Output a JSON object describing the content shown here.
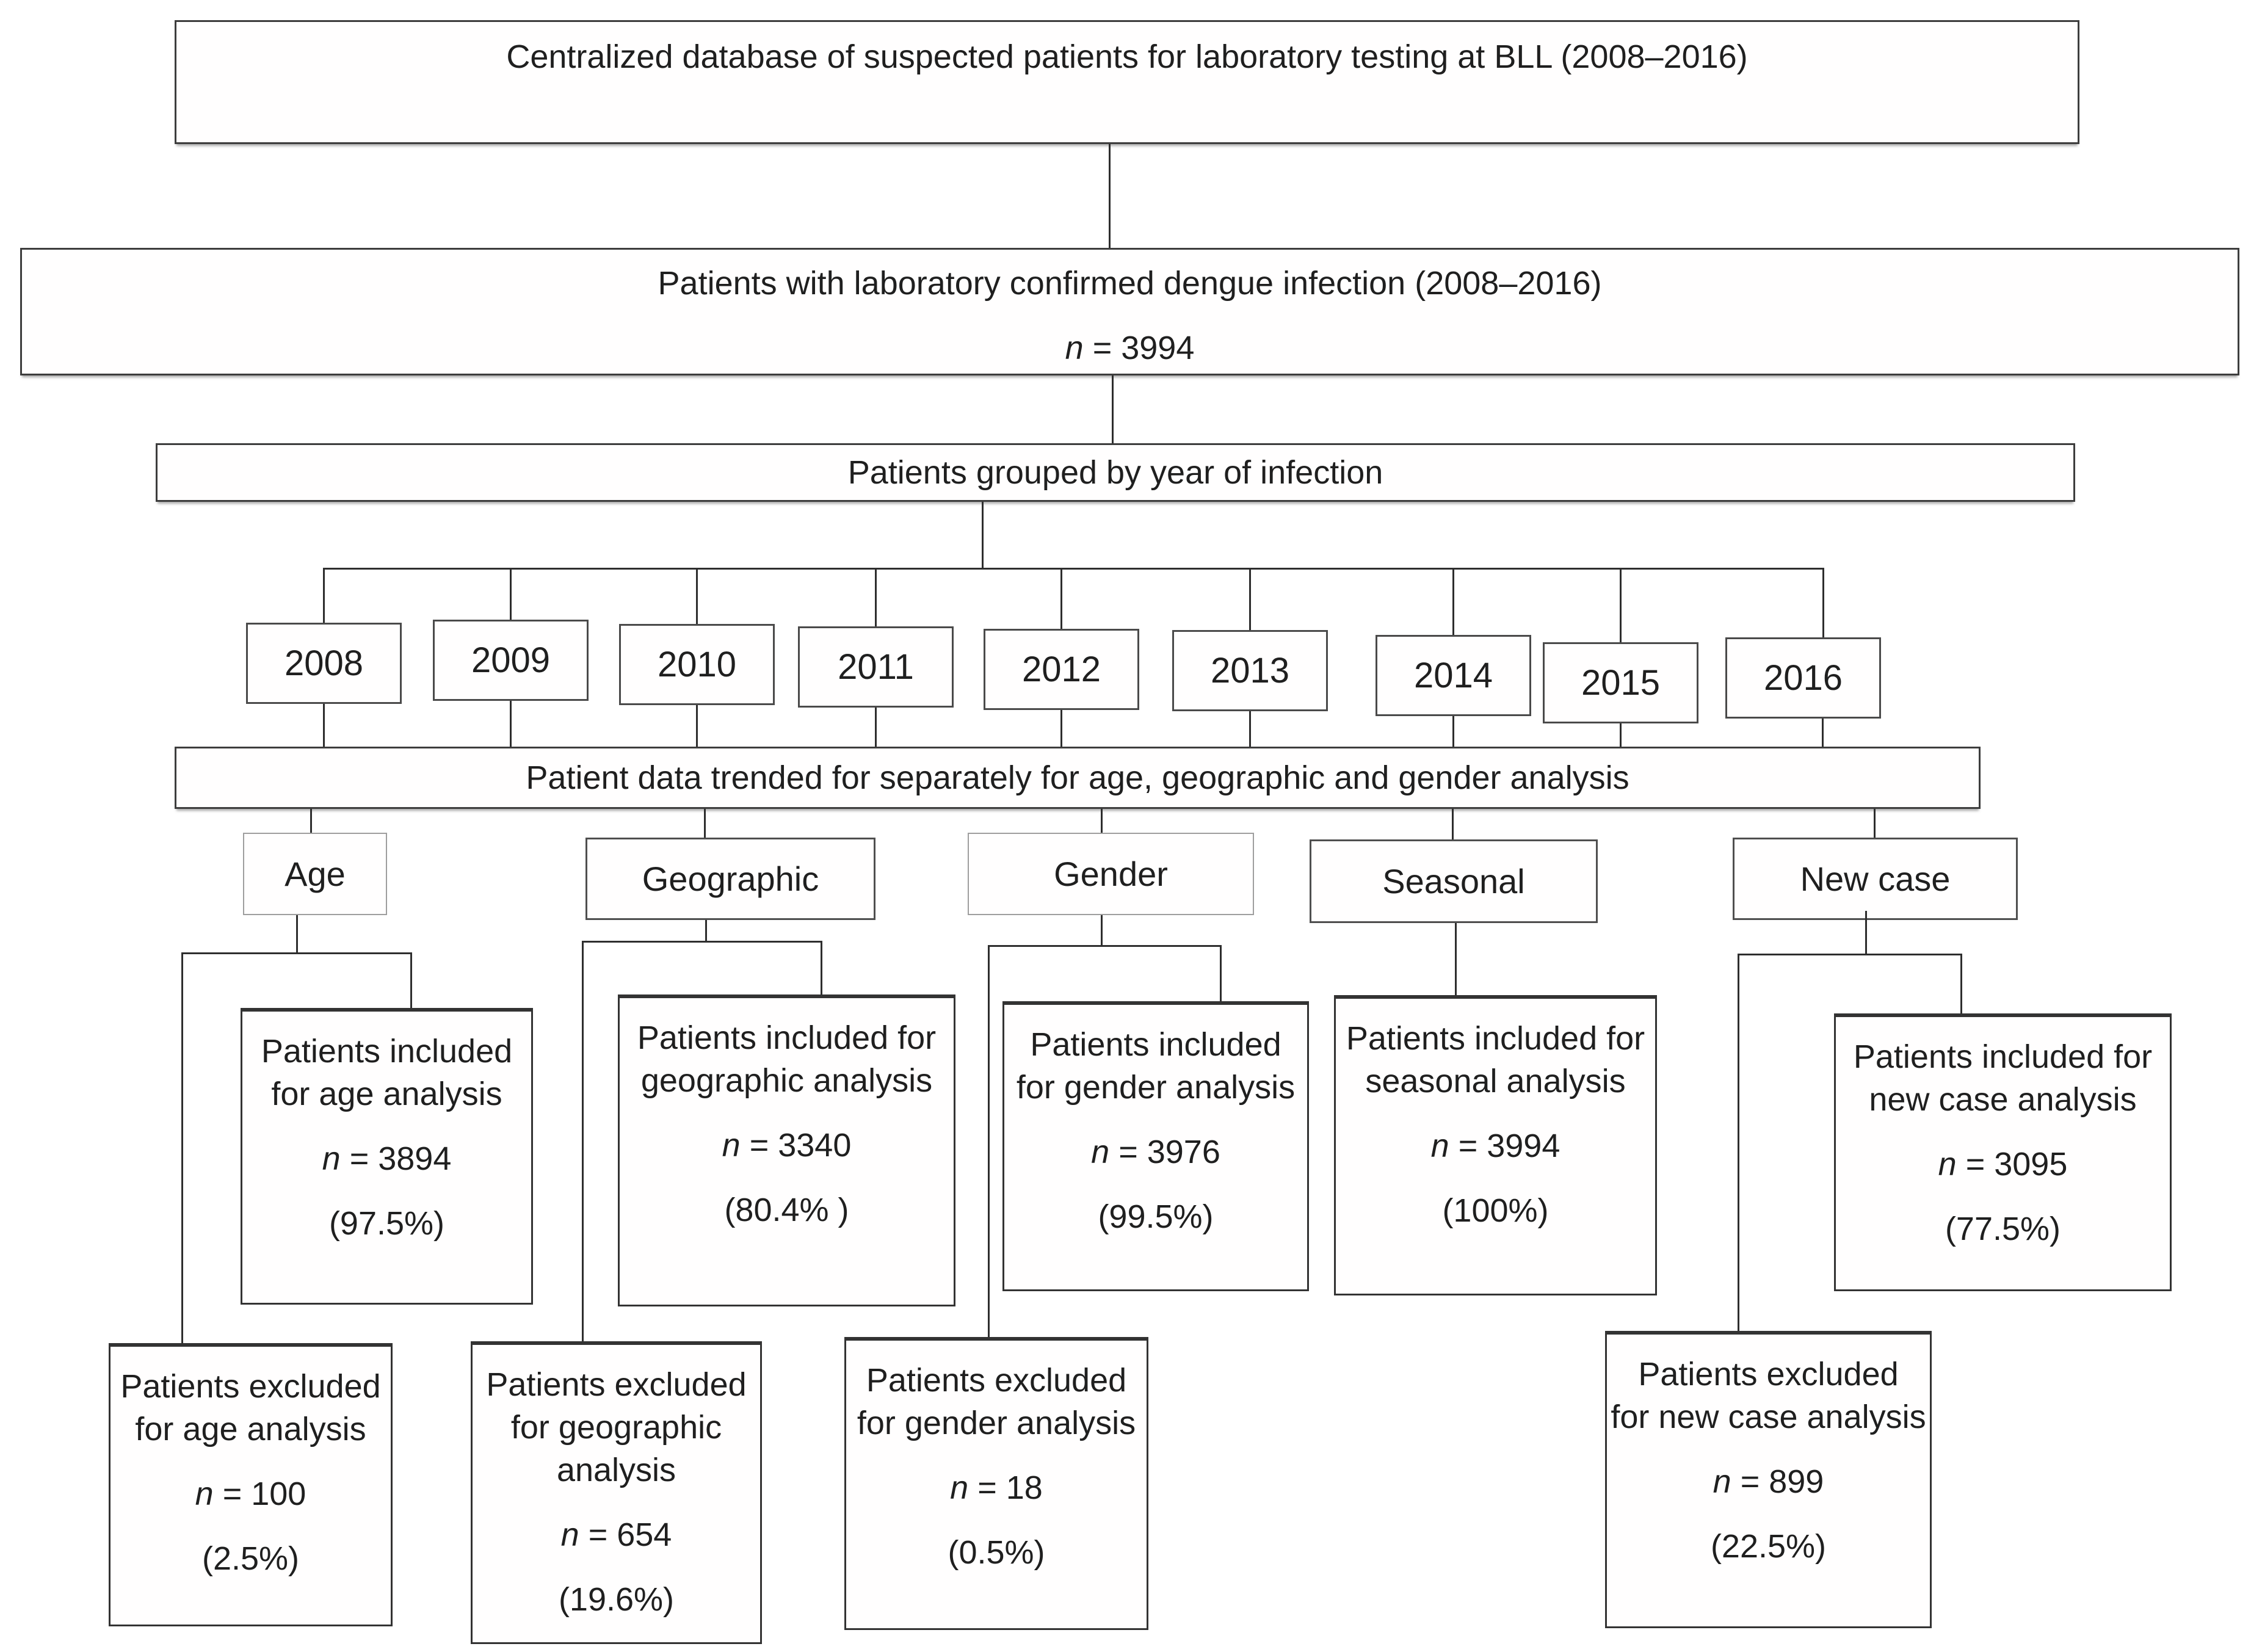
{
  "title_boxes": {
    "database": "Centralized database of suspected patients for laboratory testing at BLL (2008–2016)",
    "confirmed_line": "Patients with laboratory confirmed dengue infection (2008–2016)",
    "confirmed_n_var": "n",
    "confirmed_n_rest": "= 3994",
    "grouped": "Patients grouped by year of infection",
    "trended": "Patient data trended for separately for age, geographic and gender analysis"
  },
  "years": [
    "2008",
    "2009",
    "2010",
    "2011",
    "2012",
    "2013",
    "2014",
    "2015",
    "2016"
  ],
  "categories": {
    "age": "Age",
    "geographic": "Geographic",
    "gender": "Gender",
    "seasonal": "Seasonal",
    "new_case": "New case"
  },
  "included": {
    "age": {
      "line1": "Patients included",
      "line2": "for age analysis",
      "n_var": "n",
      "n_rest": "= 3894",
      "pct": "(97.5%)"
    },
    "geographic": {
      "line1": "Patients included for",
      "line2": "geographic analysis",
      "n_var": "n",
      "n_rest": "= 3340",
      "pct": "(80.4% )"
    },
    "gender": {
      "line1": "Patients included",
      "line2": "for gender analysis",
      "n_var": "n",
      "n_rest": "= 3976",
      "pct": "(99.5%)"
    },
    "seasonal": {
      "line1": "Patients included for",
      "line2": "seasonal analysis",
      "n_var": "n",
      "n_rest": "= 3994",
      "pct": "(100%)"
    },
    "new_case": {
      "line1": "Patients included for",
      "line2": "new case analysis",
      "n_var": "n",
      "n_rest": "= 3095",
      "pct": "(77.5%)"
    }
  },
  "excluded": {
    "age": {
      "line1": "Patients excluded",
      "line2": "for age analysis",
      "n_var": "n",
      "n_rest": "= 100",
      "pct": "(2.5%)"
    },
    "geographic": {
      "line1": "Patients excluded",
      "line2": "for geographic",
      "line3": "analysis",
      "n_var": "n",
      "n_rest": "= 654",
      "pct": "(19.6%)"
    },
    "gender": {
      "line1": "Patients excluded",
      "line2": "for gender analysis",
      "n_var": "n",
      "n_rest": "= 18",
      "pct": "(0.5%)"
    },
    "new_case": {
      "line1": "Patients excluded",
      "line2": "for new case analysis",
      "n_var": "n",
      "n_rest": "= 899",
      "pct": "(22.5%)"
    }
  }
}
